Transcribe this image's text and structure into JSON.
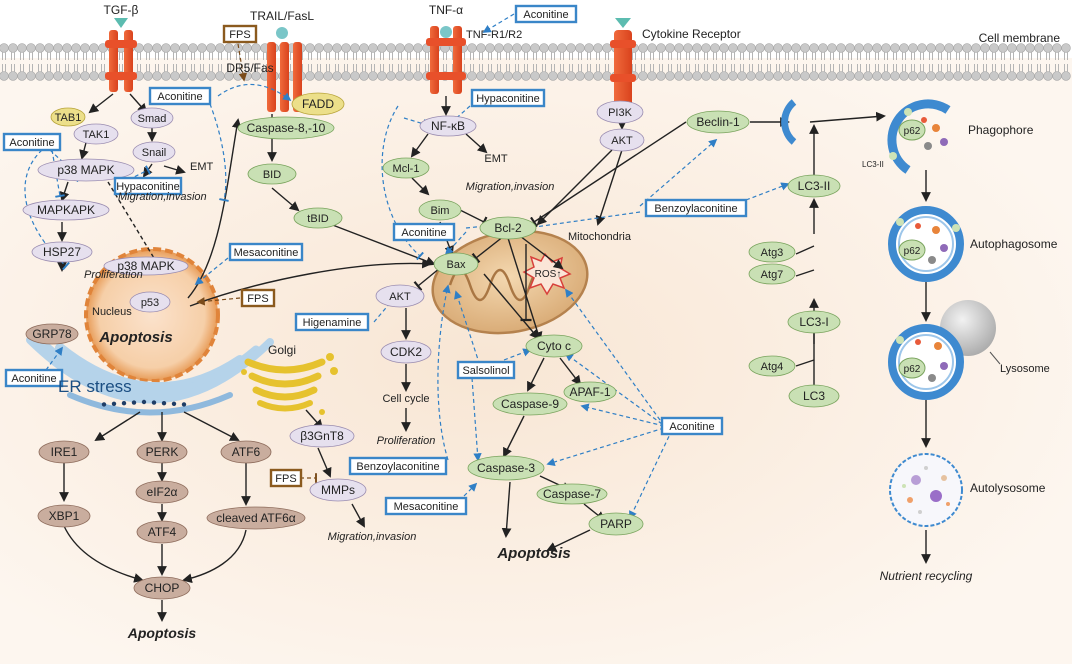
{
  "labels": {
    "tgfb": "TGF-β",
    "trail": "TRAIL/FasL",
    "tnfa": "TNF-α",
    "tnfr": "TNF-R1/R2",
    "cytokine_receptor": "Cytokine Receptor",
    "cell_membrane": "Cell membrane",
    "dr5fas": "DR5/Fas",
    "fadd": "FADD",
    "caspase810": "Caspase-8,-10",
    "bid": "BID",
    "tbid": "tBID",
    "tab1": "TAB1",
    "tak1": "TAK1",
    "smad": "Smad",
    "snail": "Snail",
    "p38mapk": "p38 MAPK",
    "emt1": "EMT",
    "mapkapk": "MAPKAPK",
    "migration1": "Migration,invasion",
    "hsp27": "HSP27",
    "proliferation1": "Proliferation",
    "nucleus": "Nucleus",
    "p38mapk_nuc": "p38 MAPK",
    "p53": "p53",
    "apoptosis_nuc": "Apoptosis",
    "grp78": "GRP78",
    "er_stress": "ER stress",
    "ire1": "IRE1",
    "perk": "PERK",
    "atf6": "ATF6",
    "xbp1": "XBP1",
    "eif2a": "eIF2α",
    "atf4": "ATF4",
    "cleaved_atf6": "cleaved ATF6α",
    "chop": "CHOP",
    "apoptosis_er": "Apoptosis",
    "golgi": "Golgi",
    "b3gnt8": "β3GnT8",
    "mmps": "MMPs",
    "migration3": "Migration,invasion",
    "nfkb": "NF-κB",
    "mcl1": "Mcl-1",
    "bim": "Bim",
    "emt2": "EMT",
    "migration2": "Migration,invasion",
    "bcl2": "Bcl-2",
    "bax": "Bax",
    "mitochondria": "Mitochondria",
    "ros": "ROS↑",
    "akt2": "AKT",
    "cdk2": "CDK2",
    "cell_cycle": "Cell cycle",
    "proliferation2": "Proliferation",
    "cytoc": "Cyto c",
    "apaf1": "APAF-1",
    "caspase9": "Caspase-9",
    "caspase3": "Caspase-3",
    "caspase7": "Caspase-7",
    "parp": "PARP",
    "apoptosis_mito": "Apoptosis",
    "pi3k": "PI3K",
    "akt1": "AKT",
    "beclin1": "Beclin-1",
    "lc3ii": "LC3-II",
    "atg3": "Atg3",
    "atg7": "Atg7",
    "lc3i": "LC3-I",
    "atg4": "Atg4",
    "lc3": "LC3",
    "phagophore": "Phagophore",
    "autophagosome": "Autophagosome",
    "lysosome": "Lysosome",
    "autolysosome": "Autolysosome",
    "nutrient": "Nutrient recycling",
    "p62_1": "p62",
    "p62_2": "p62",
    "p62_3": "p62",
    "lc3ii_small": "LC3-II"
  },
  "drugs": {
    "aconitine_tnf": "Aconitine",
    "aconitine_dr5": "Aconitine",
    "aconitine_left": "Aconitine",
    "aconitine_er": "Aconitine",
    "aconitine_bax": "Aconitine",
    "aconitine_right": "Aconitine",
    "hypaconitine_nfkb": "Hypaconitine",
    "hypaconitine_snail": "Hypaconitine",
    "mesaconitine_nuc": "Mesaconitine",
    "mesaconitine_c3": "Mesaconitine",
    "higenamine": "Higenamine",
    "salsolinol": "Salsolinol",
    "benzoylaconitine_right": "Benzoylaconitine",
    "benzoylaconitine_c3": "Benzoylaconitine",
    "fps_top": "FPS",
    "fps_p53": "FPS",
    "fps_mmps": "FPS"
  },
  "colors": {
    "drug_border": "#3a86c8",
    "fps_border": "#8b5a1e",
    "receptor": "#e8502a",
    "green_node": "#c9e0b4",
    "lilac_node": "#e6e0ee",
    "brown_node": "#c9ad9e",
    "yellow_node": "#ecdf8a",
    "membrane": "#c7c7c7"
  }
}
